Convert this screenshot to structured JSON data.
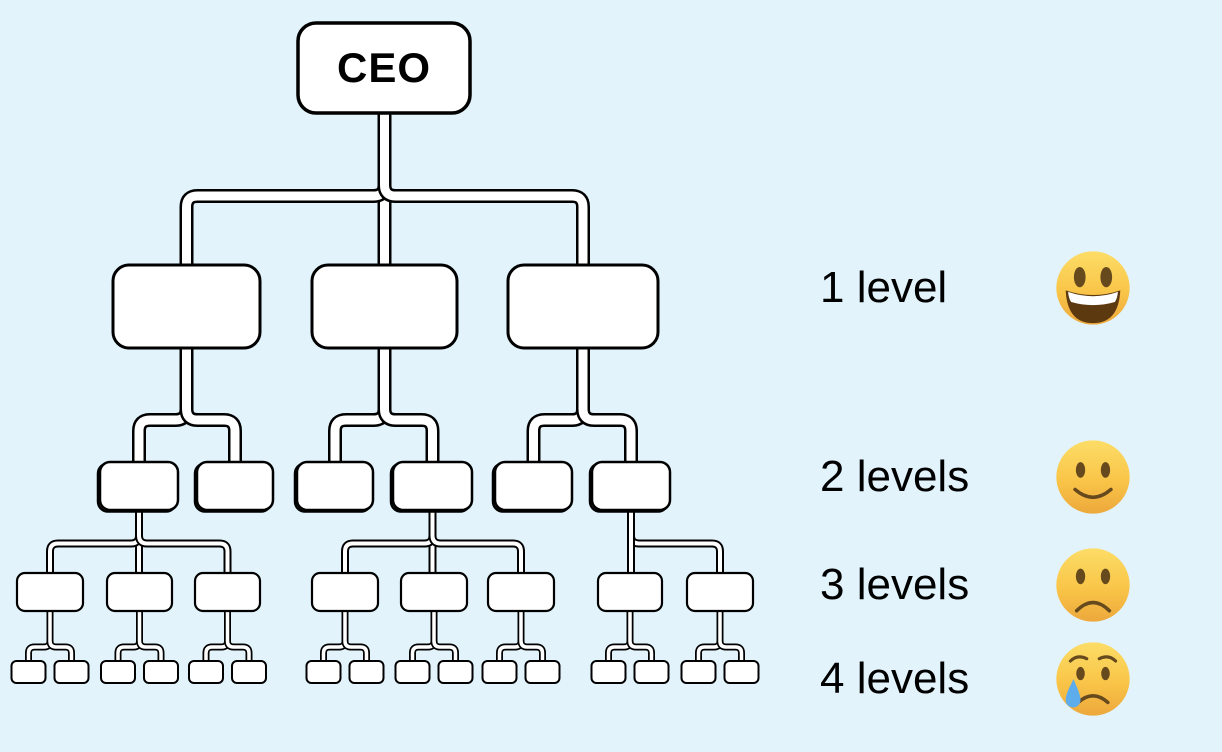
{
  "title": "Org chart depth illustration",
  "colors": {
    "background": "#e2f3fc",
    "box_fill": "#ffffff",
    "box_stroke": "#000000",
    "emoji_face_top": "#fcdd67",
    "emoji_face_mid": "#f9c548",
    "emoji_face_bottom": "#eda83c",
    "emoji_feature_brown": "#66491c",
    "emoji_mouth_dark": "#5d390f",
    "tear_blue": "#5dadec"
  },
  "org_chart": {
    "root_label": "CEO",
    "levels": [
      {
        "name": "root",
        "count": 1
      },
      {
        "name": "level-1",
        "count": 3
      },
      {
        "name": "level-2",
        "count": 6
      },
      {
        "name": "level-3",
        "count": 8
      },
      {
        "name": "level-4",
        "count": 16
      }
    ],
    "structure": "CEO has 3 direct reports; each has 2 children; one level-2 node per branch expands into 3, 3 and 2 level-3 nodes; every level-3 node has 2 level-4 children"
  },
  "legend": {
    "rows": [
      {
        "label": "1 level",
        "emoji": "grinning-face"
      },
      {
        "label": "2 levels",
        "emoji": "slightly-smiling-face"
      },
      {
        "label": "3 levels",
        "emoji": "frowning-face"
      },
      {
        "label": "4 levels",
        "emoji": "crying-face"
      }
    ]
  }
}
